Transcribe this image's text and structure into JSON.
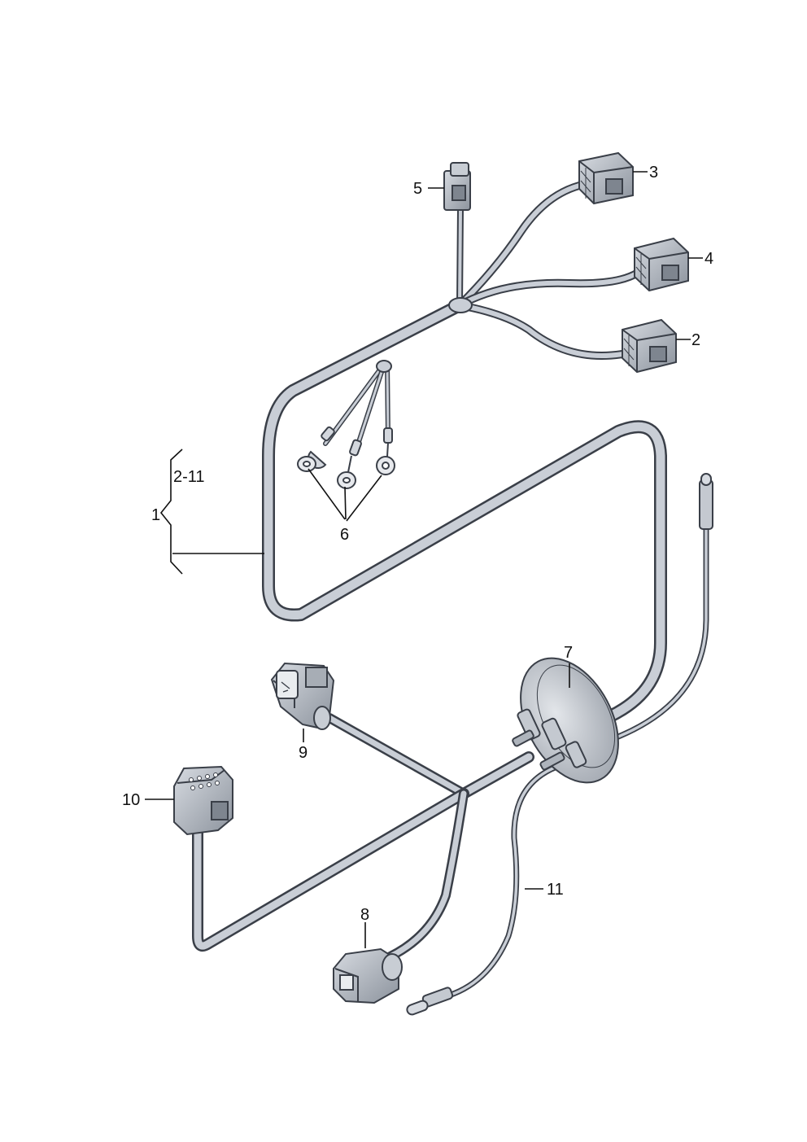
{
  "diagram": {
    "callouts": {
      "c1": "1",
      "c2_11": "2-11",
      "c2": "2",
      "c3": "3",
      "c4": "4",
      "c5": "5",
      "c6": "6",
      "c7": "7",
      "c8": "8",
      "c9": "9",
      "c10": "10",
      "c11": "11"
    },
    "colors": {
      "wire": "#c9ced6",
      "wire_outline": "#3a3f48",
      "connector": "#9aa1ab",
      "connector_dark": "#5b616b",
      "grommet": "#b9bec6",
      "leader": "#111111"
    }
  }
}
